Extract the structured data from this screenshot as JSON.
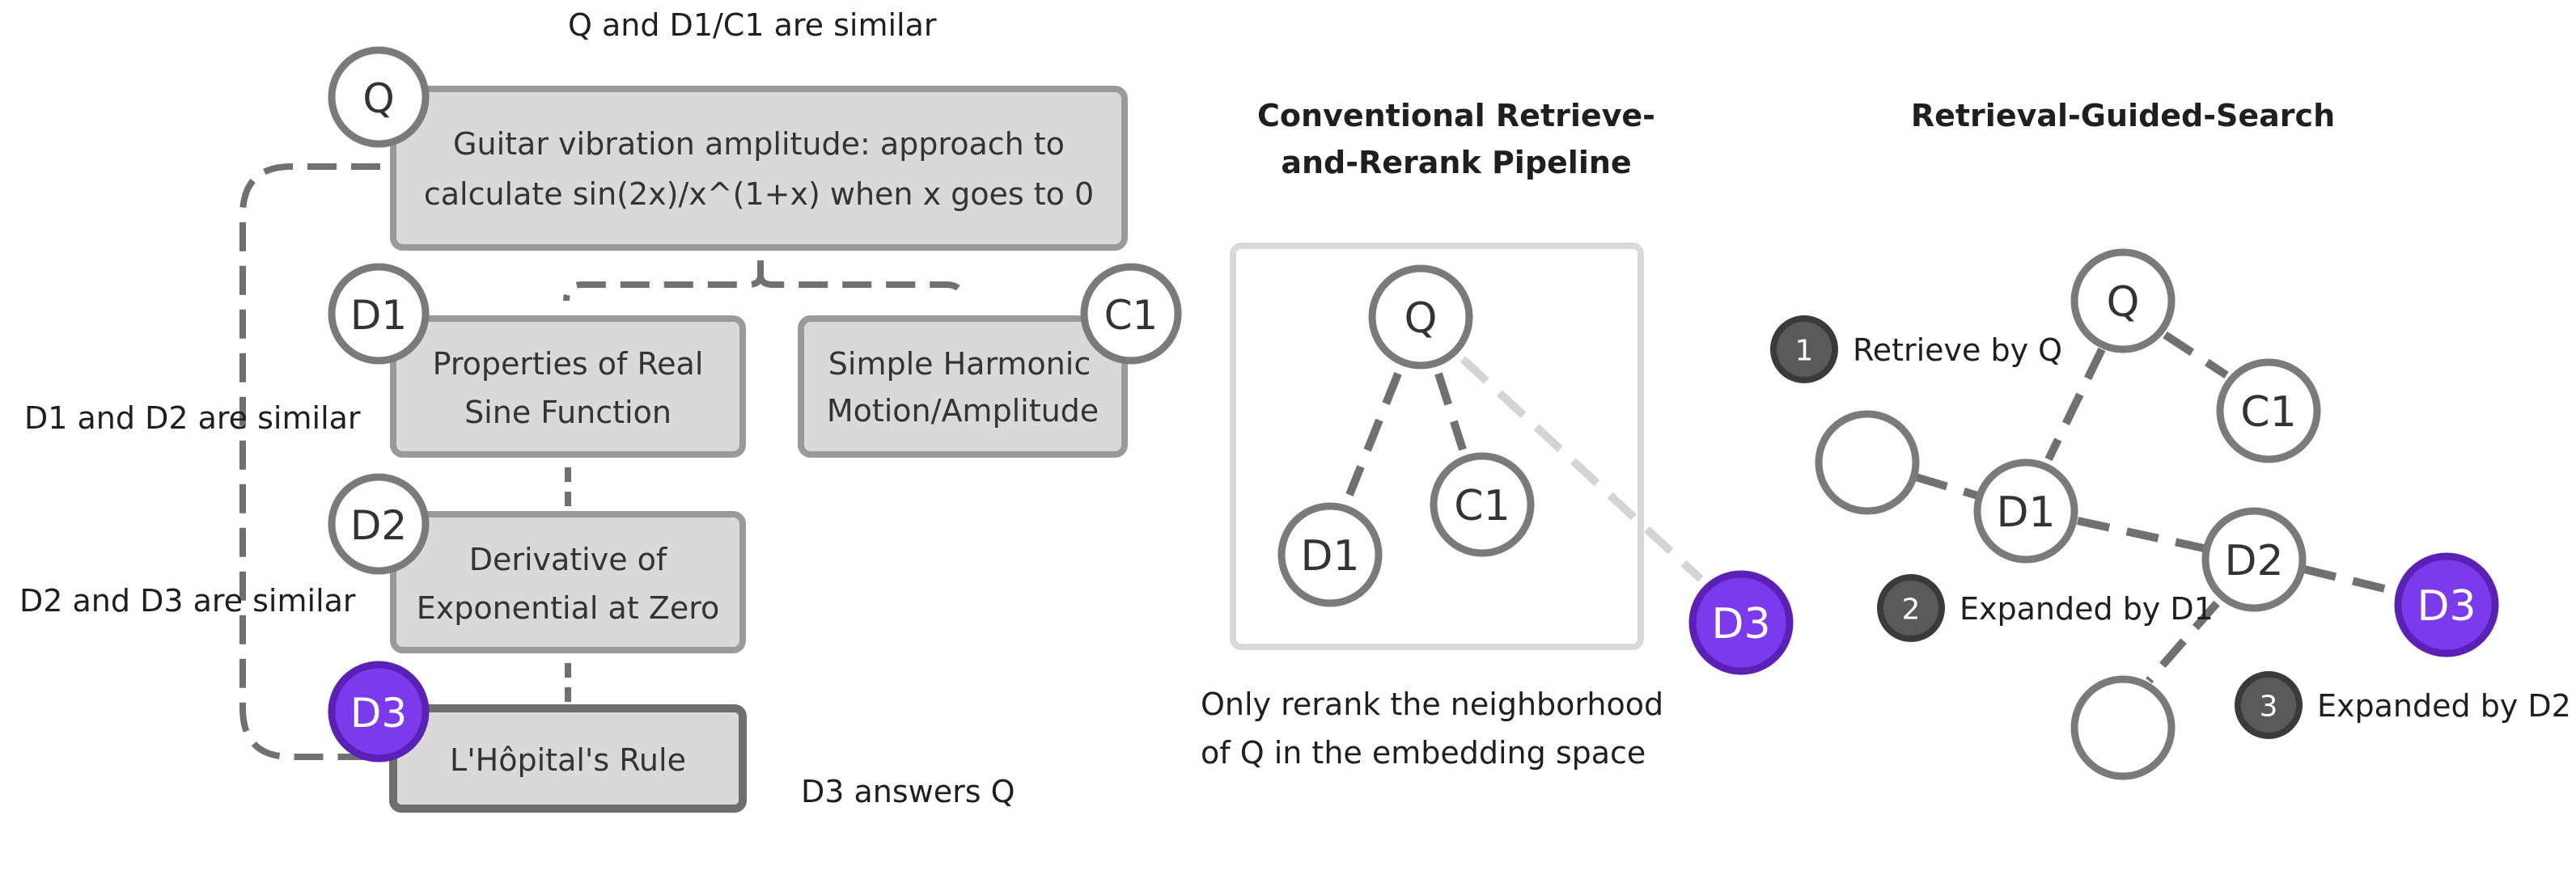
{
  "left": {
    "caption_top": "Q and D1/C1 are similar",
    "caption_d1d2": "D1 and D2 are similar",
    "caption_d2d3": "D2 and D3 are similar",
    "caption_answer": "D3 answers Q",
    "q_label": "Q",
    "q_box_line1": "Guitar vibration amplitude: approach to",
    "q_box_line2": "calculate sin(2x)/x^(1+x) when x goes to 0",
    "d1_label": "D1",
    "d1_line1": "Properties of Real",
    "d1_line2": "Sine Function",
    "c1_label": "C1",
    "c1_line1": "Simple Harmonic",
    "c1_line2": "Motion/Amplitude",
    "d2_label": "D2",
    "d2_line1": "Derivative of",
    "d2_line2": "Exponential at Zero",
    "d3_label": "D3",
    "d3_line1": "L'Hôpital's Rule"
  },
  "middle": {
    "title_line1": "Conventional Retrieve-",
    "title_line2": "and-Rerank Pipeline",
    "caption_line1": "Only rerank the neighborhood",
    "caption_line2": "of Q in the embedding space",
    "nodes": {
      "q": "Q",
      "d1": "D1",
      "c1": "C1",
      "d3": "D3"
    }
  },
  "right": {
    "title": "Retrieval-Guided-Search",
    "nodes": {
      "q": "Q",
      "c1": "C1",
      "d1": "D1",
      "d2": "D2",
      "d3": "D3"
    },
    "steps": [
      {
        "num": "1",
        "label": "Retrieve by Q"
      },
      {
        "num": "2",
        "label": "Expanded by D1"
      },
      {
        "num": "3",
        "label": "Expanded by D2"
      }
    ]
  },
  "colors": {
    "box_fill": "#d9d9d9",
    "box_stroke": "#9a9a9a",
    "node_stroke": "#7a7a7a",
    "highlight_fill": "#7c3aed",
    "highlight_stroke": "#5b21b6",
    "dash": "#707070",
    "dash_light": "#d4d4d4",
    "badge_fill": "#5a5a5a",
    "badge_stroke": "#3a3a3a"
  }
}
